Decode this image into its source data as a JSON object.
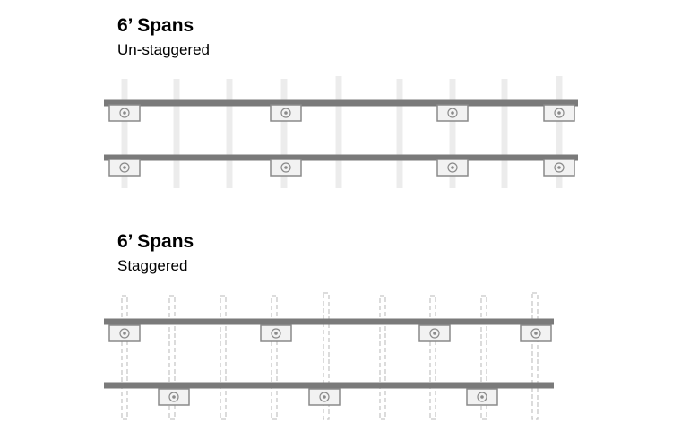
{
  "sections": [
    {
      "title": "6’ Spans",
      "subtitle": "Un-staggered",
      "arrangement": "un-staggered"
    },
    {
      "title": "6’ Spans",
      "subtitle": "Staggered",
      "arrangement": "staggered"
    }
  ],
  "colors": {
    "rail": "#7a7a7a",
    "solid_tie_fill": "#ececec",
    "dashed_tie_stroke": "#c8c8c8",
    "clip_fill": "#f2f2f2",
    "clip_stroke": "#8a8a8a"
  }
}
